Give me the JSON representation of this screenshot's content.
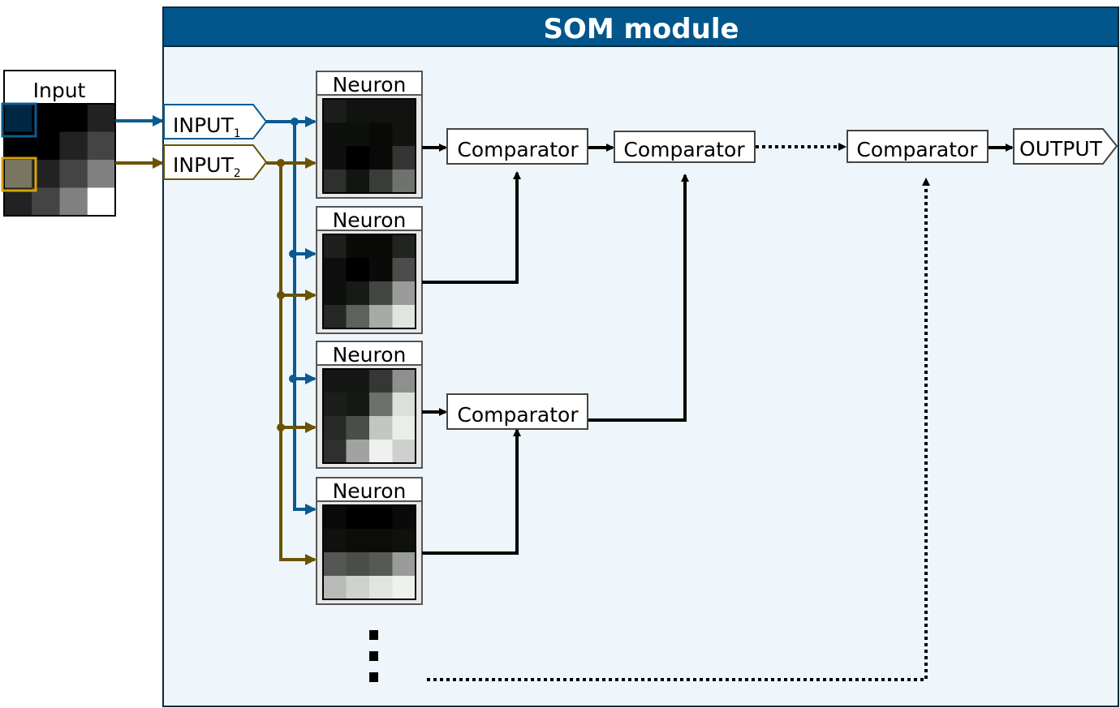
{
  "module": {
    "title": "SOM module",
    "header_color": "#02568c",
    "body_color": "#eef6fb"
  },
  "input": {
    "label": "Input",
    "grid": [
      [
        "#002845",
        "#000000",
        "#000000",
        "#222222"
      ],
      [
        "#000000",
        "#000000",
        "#222222",
        "#444444"
      ],
      [
        "#7a7560",
        "#222222",
        "#444444",
        "#808080"
      ],
      [
        "#222222",
        "#444444",
        "#808080",
        "#ffffff"
      ]
    ],
    "highlight_1_color": "#0b5a91",
    "highlight_2_color": "#d9a307"
  },
  "ports": {
    "input1": {
      "label": "INPUT",
      "subscript": "1",
      "color": "#0b5a91"
    },
    "input2": {
      "label": "INPUT",
      "subscript": "2",
      "color": "#6b5300"
    },
    "output": {
      "label": "OUTPUT"
    }
  },
  "neurons": [
    {
      "label": "Neuron",
      "grid": [
        [
          "#1c1e1c",
          "#111310",
          "#111310",
          "#111310"
        ],
        [
          "#0e100d",
          "#0e100d",
          "#090a08",
          "#111310"
        ],
        [
          "#0e100d",
          "#000000",
          "#090a08",
          "#333533"
        ],
        [
          "#2e302e",
          "#131512",
          "#3a3c3a",
          "#6f726f"
        ]
      ]
    },
    {
      "label": "Neuron",
      "grid": [
        [
          "#1e201e",
          "#0a0b09",
          "#0a0b09",
          "#222422"
        ],
        [
          "#0d0f0c",
          "#000000",
          "#0a0b09",
          "#4b4d4b"
        ],
        [
          "#0d0f0c",
          "#181a17",
          "#444644",
          "#9a9c9a"
        ],
        [
          "#262826",
          "#5f615f",
          "#a8aaa8",
          "#e2e4e2"
        ]
      ]
    },
    {
      "label": "Neuron",
      "grid": [
        [
          "#151715",
          "#151715",
          "#353735",
          "#8e908e"
        ],
        [
          "#1c1e1c",
          "#161816",
          "#6e706e",
          "#dcdfdc"
        ],
        [
          "#282a28",
          "#4b4d4b",
          "#c4c6c4",
          "#eaedea"
        ],
        [
          "#2e302e",
          "#a1a3a1",
          "#eff1ef",
          "#cdd0cd"
        ]
      ]
    },
    {
      "label": "Neuron",
      "grid": [
        [
          "#0a0b09",
          "#000000",
          "#000000",
          "#0a0b09"
        ],
        [
          "#0f110e",
          "#0c0d0b",
          "#0c0d0b",
          "#0f110e"
        ],
        [
          "#555755",
          "#4b4d4b",
          "#575957",
          "#9a9c9a"
        ],
        [
          "#b8bab8",
          "#cfd1cf",
          "#e2e4e2",
          "#eff1ef"
        ]
      ]
    }
  ],
  "comparators": [
    {
      "label": "Comparator"
    },
    {
      "label": "Comparator"
    },
    {
      "label": "Comparator"
    },
    {
      "label": "Comparator"
    }
  ],
  "ellipsis": "more neurons"
}
